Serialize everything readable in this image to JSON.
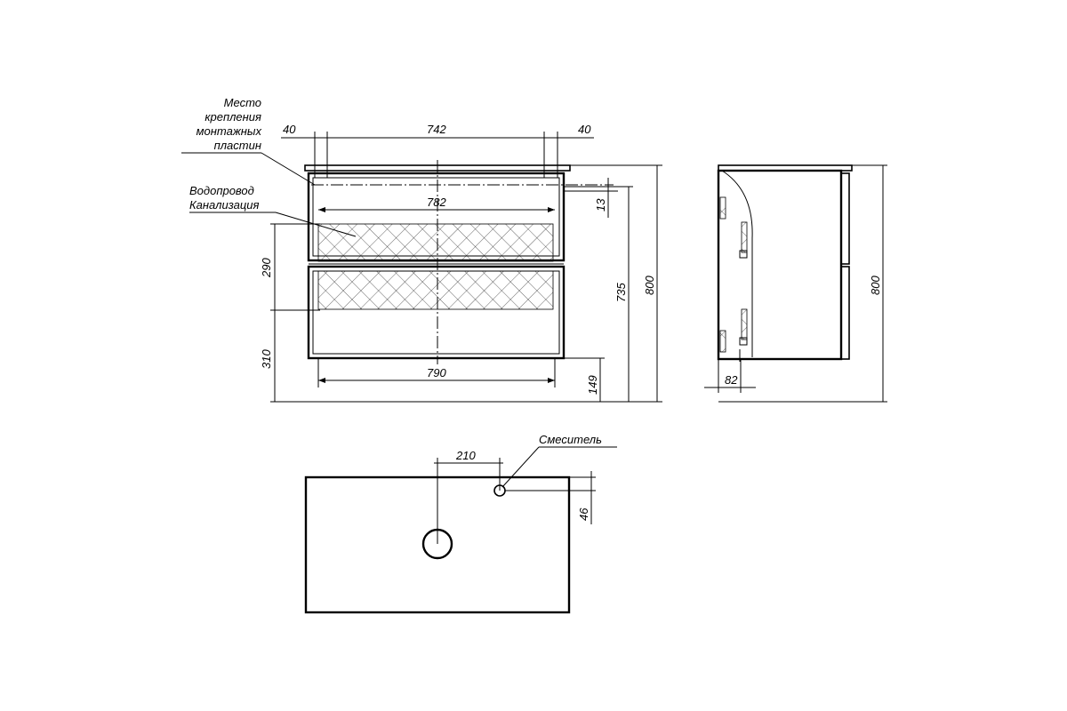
{
  "labels": {
    "mount_line1": "Место",
    "mount_line2": "крепления",
    "mount_line3": "монтажных",
    "mount_line4": "пластин",
    "water": "Водопровод",
    "sewer": "Канализация",
    "mixer": "Смеситель"
  },
  "dimensions": {
    "left_margin": "40",
    "plates_span": "742",
    "right_margin": "40",
    "inner_width": "782",
    "top_offset": "13",
    "zone_upper": "290",
    "zone_lower": "310",
    "body_height": "735",
    "total_height": "800",
    "bottom_width": "790",
    "bottom_offset": "149",
    "side_height": "800",
    "side_depth": "82",
    "mixer_offset_x": "210",
    "mixer_offset_y": "46"
  }
}
